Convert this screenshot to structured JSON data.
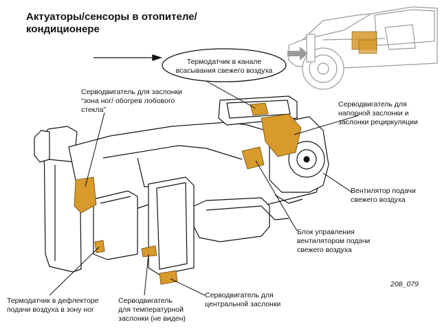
{
  "title": "Актуаторы/сенсоры в отопителе/\nкондиционере",
  "figure_id": "208_079",
  "colors": {
    "highlight": "#d79a2b",
    "line": "#111111",
    "ghost": "#9a9a9a"
  },
  "labels": {
    "fresh_air_sensor": "Термодатчик в канале\nвсасывания свежего воздуха",
    "footwell_defrost_servo": "Серводвигатель для заслонки\n“зона ног/ обогрев лобового\nстекла”",
    "ram_recirc_servo": "Серводвигатель для\nнапорной заслонки и\nзаслонки рециркуляции",
    "fresh_air_blower": "Вентилятор подачи\nсвежего воздуха",
    "blower_control": "Блок управления\nвентилятором подачи\nсвежего воздуха",
    "footwell_sensor": "Термодатчик в дефлекторе\nподачи воздуха в зону ног",
    "temp_servo": "Серводвигатель\nдля температурной\nзаслонки (не виден)",
    "central_servo": "Серводвигатель для\nцентральной заслонки"
  }
}
